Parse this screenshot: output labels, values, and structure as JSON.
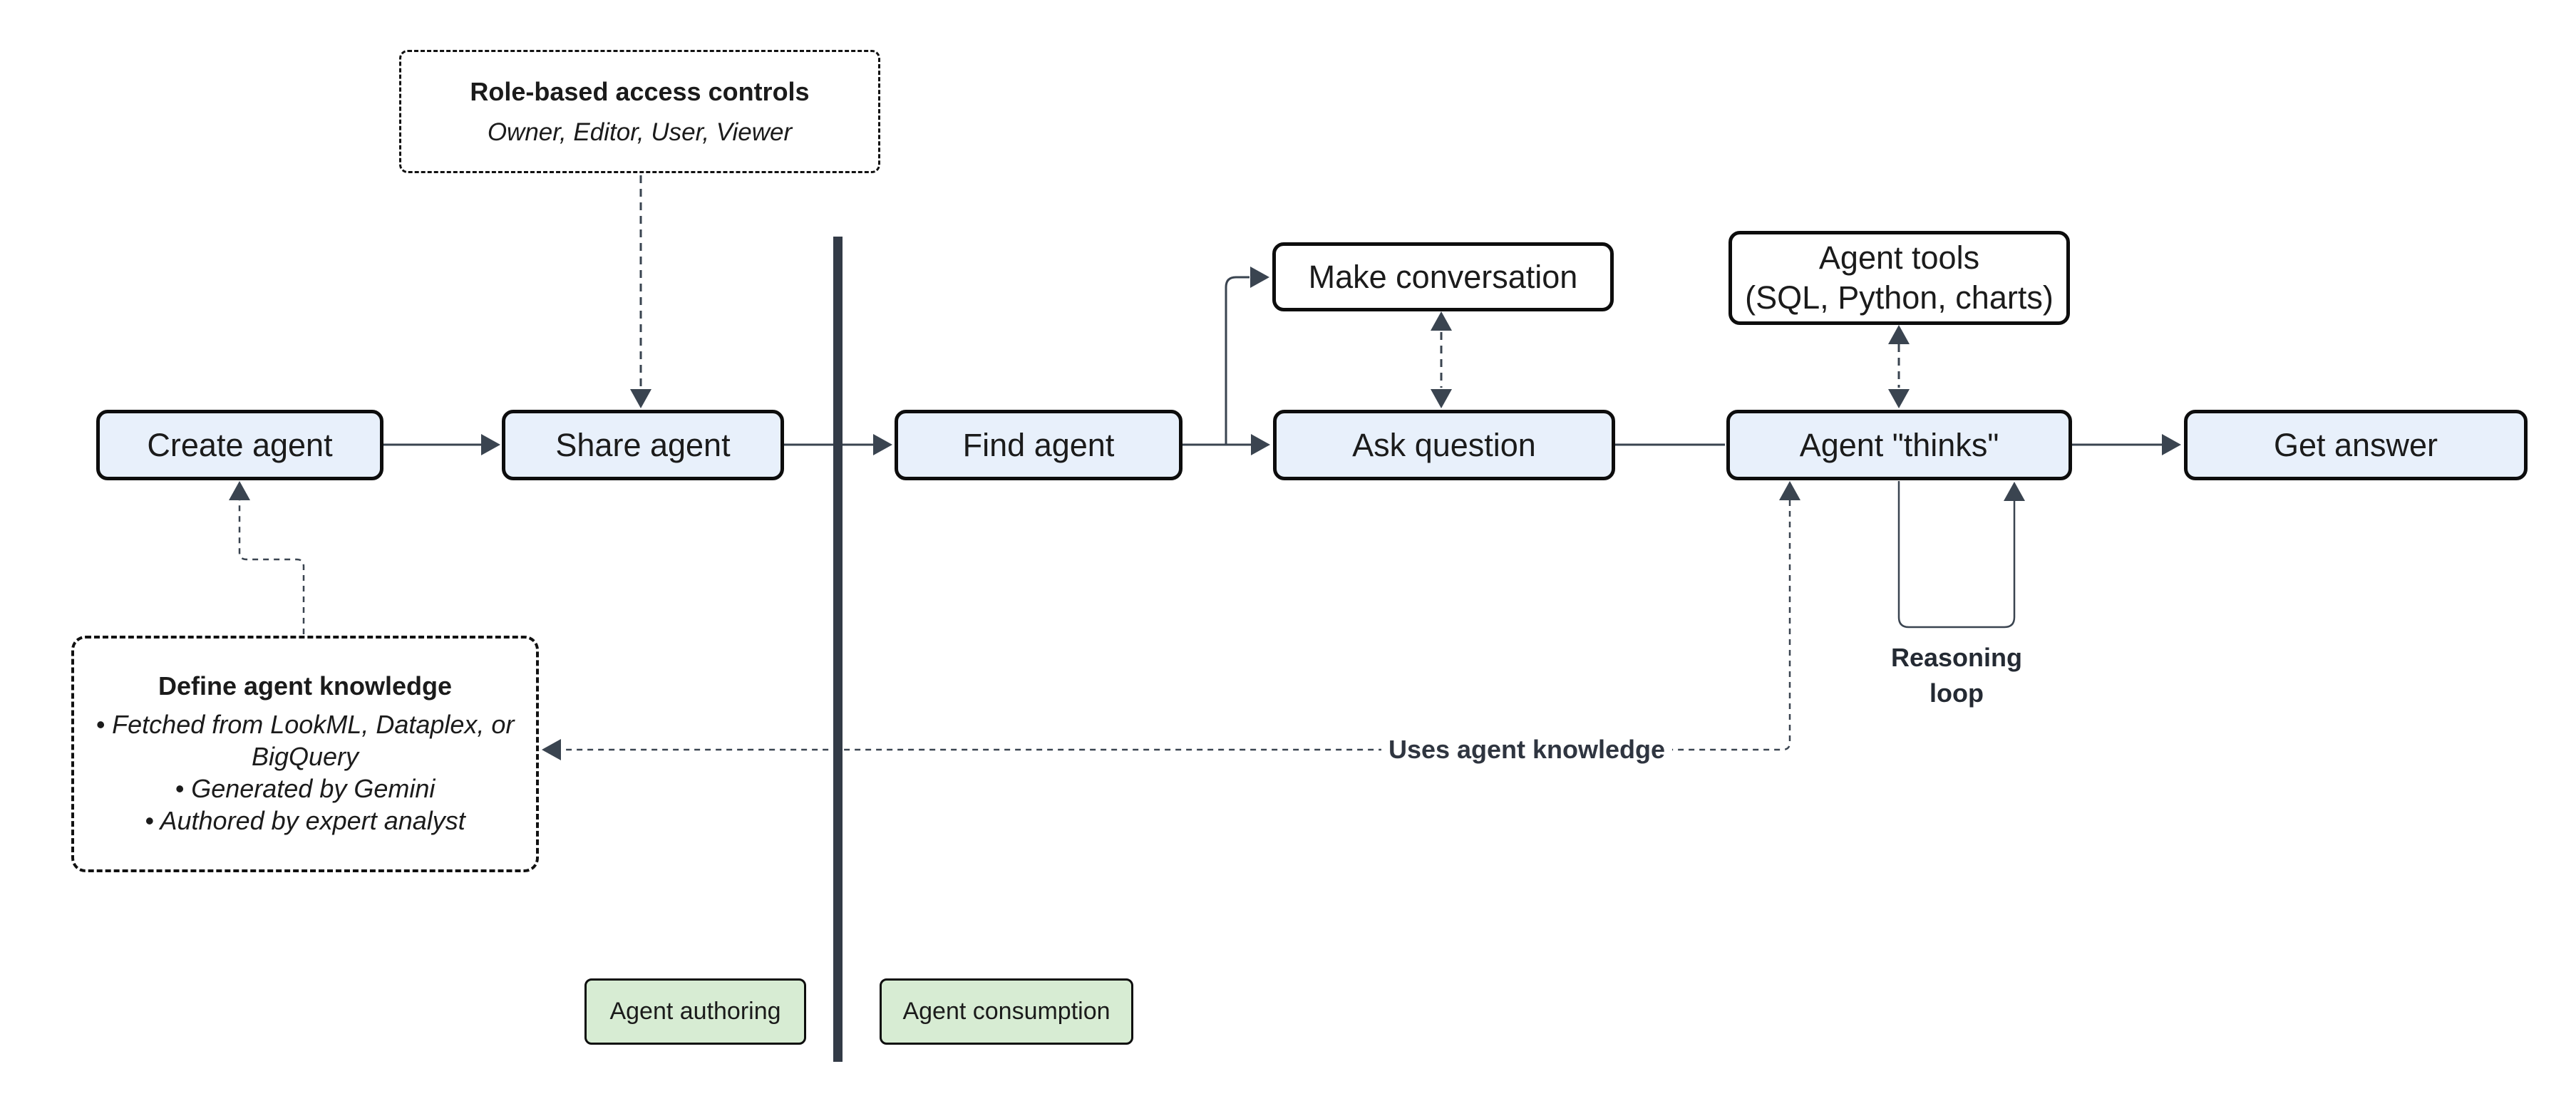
{
  "diagram": {
    "nodes": {
      "create_agent": {
        "label": "Create agent"
      },
      "share_agent": {
        "label": "Share agent"
      },
      "find_agent": {
        "label": "Find agent"
      },
      "ask_question": {
        "label": "Ask question"
      },
      "agent_thinks": {
        "label": "Agent \"thinks\""
      },
      "get_answer": {
        "label": "Get answer"
      },
      "make_conversation": {
        "label": "Make conversation"
      },
      "agent_tools": {
        "lines": [
          "Agent tools",
          "(SQL, Python, charts)"
        ]
      }
    },
    "notes": {
      "rbac": {
        "title": "Role-based access controls",
        "subtitle": "Owner, Editor, User, Viewer"
      },
      "knowledge": {
        "title": "Define agent knowledge",
        "bullets": [
          "Fetched from LookML, Dataplex, or BigQuery",
          "Generated by Gemini",
          "Authored by expert analyst"
        ]
      }
    },
    "labels": {
      "uses_agent_knowledge": "Uses agent knowledge",
      "reasoning_loop": [
        "Reasoning",
        "loop"
      ]
    },
    "zones": {
      "authoring": {
        "label": "Agent authoring"
      },
      "consumption": {
        "label": "Agent consumption"
      }
    }
  },
  "colors": {
    "node_fill": "#e8f0fb",
    "tool_fill": "#ffffff",
    "zone_fill": "#d7ecd3",
    "node_border": "#0d0d0d",
    "connector": "#3a4450",
    "divider": "#333b47",
    "text": "#1b1b1b"
  }
}
